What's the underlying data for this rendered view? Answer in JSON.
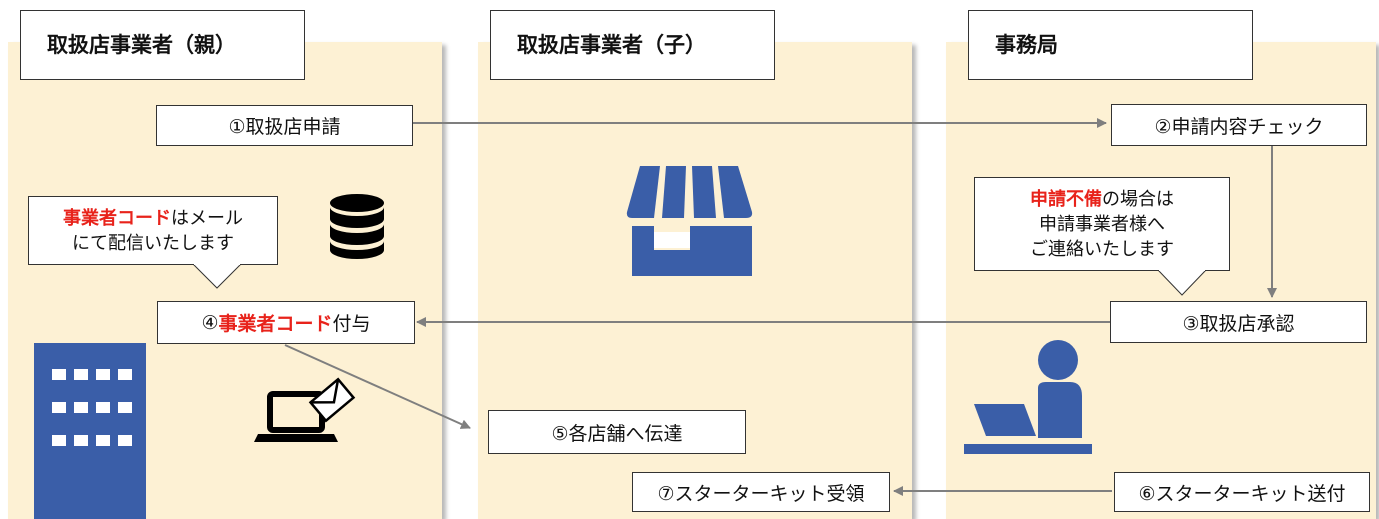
{
  "lanes": [
    {
      "title": "取扱店事業者（親）"
    },
    {
      "title": "取扱店事業者（子）"
    },
    {
      "title": "事務局"
    }
  ],
  "steps": {
    "s1": "①取扱店申請",
    "s2": "②申請内容チェック",
    "s3": "③取扱店承認",
    "s4_prefix": "④",
    "s4_red": "事業者コード",
    "s4_suffix": "付与",
    "s5": "⑤各店舗へ伝達",
    "s6": "⑥スターターキット送付",
    "s7": "⑦スターターキット受領"
  },
  "callouts": {
    "code": {
      "red": "事業者コード",
      "line1_rest": "はメール",
      "line2": "にて配信いたします"
    },
    "incomplete": {
      "red": "申請不備",
      "line1_rest": "の場合は",
      "line2": "申請事業者様へ",
      "line3": "ご連絡いたします"
    }
  },
  "icons": [
    "database-icon",
    "office-building-icon",
    "laptop-mail-icon",
    "storefront-icon",
    "person-at-desk-icon"
  ],
  "colors": {
    "lane_bg": "#fdf1d4",
    "icon_blue": "#3a5ea8",
    "highlight_red": "#e8231b",
    "arrow_gray": "#7f7f7f"
  }
}
